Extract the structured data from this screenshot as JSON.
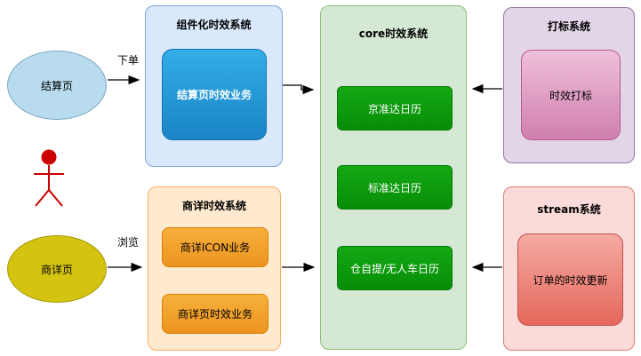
{
  "diagram": {
    "settlement_page": {
      "label": "结算页"
    },
    "product_page": {
      "label": "商详页"
    },
    "edge_labels": {
      "order": "下单",
      "browse": "浏览"
    },
    "component_system": {
      "title": "组件化时效系统",
      "settlement_service": "结算页时效业务"
    },
    "product_system": {
      "title": "商详时效系统",
      "icon_service": "商详ICON业务",
      "page_service": "商详页时效业务"
    },
    "core_system": {
      "title": "core时效系统",
      "jzd_calendar": "京准达日历",
      "standard_calendar": "标准达日历",
      "pickup_calendar": "仓自提/无人车日历"
    },
    "tagging_system": {
      "title": "打标系统",
      "tagging_service": "时效打标"
    },
    "stream_system": {
      "title": "stream系统",
      "order_update_service": "订单的时效更新"
    },
    "colors": {
      "component_container": "#dae8fc",
      "component_box": "#1f97d4",
      "product_container": "#ffe9cf",
      "product_box": "#f2a030",
      "core_container": "#d5e8d4",
      "core_box": "#0aa00a",
      "tagging_container": "#e1d5e7",
      "tagging_box": "#dd9ac4",
      "stream_container": "#fadbd9",
      "stream_box": "#ee8a7e",
      "settlement_ellipse": "#b8dced",
      "product_ellipse": "#d5c312",
      "actor": "#cc0000",
      "arrow": "#000000"
    }
  }
}
